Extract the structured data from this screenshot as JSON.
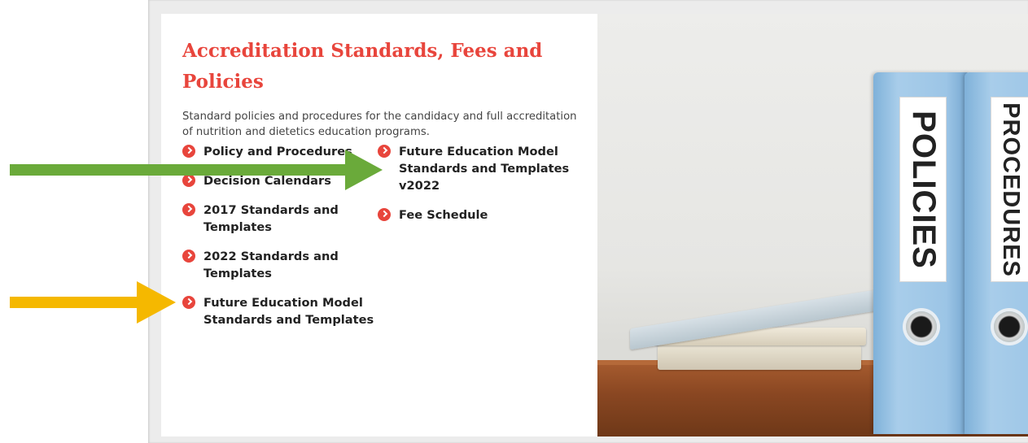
{
  "section": {
    "title": "Accreditation Standards, Fees and Policies",
    "description": "Standard policies and procedures for the candidacy and full accreditation of nutrition and dietetics education programs."
  },
  "links_left": [
    {
      "label": "Policy and Procedures"
    },
    {
      "label": "Decision Calendars"
    },
    {
      "label": "2017 Standards and Templates"
    },
    {
      "label": "2022 Standards and Templates"
    },
    {
      "label": "Future Education Model Standards and Templates"
    }
  ],
  "links_right": [
    {
      "label": "Future Education Model Standards and Templates v2022"
    },
    {
      "label": "Fee Schedule"
    }
  ],
  "image": {
    "binder_labels": [
      "POLICIES",
      "PROCEDURES"
    ]
  },
  "colors": {
    "accent": "#e8453c",
    "green_arrow": "#6aaa3a",
    "yellow_arrow": "#f5b800"
  }
}
